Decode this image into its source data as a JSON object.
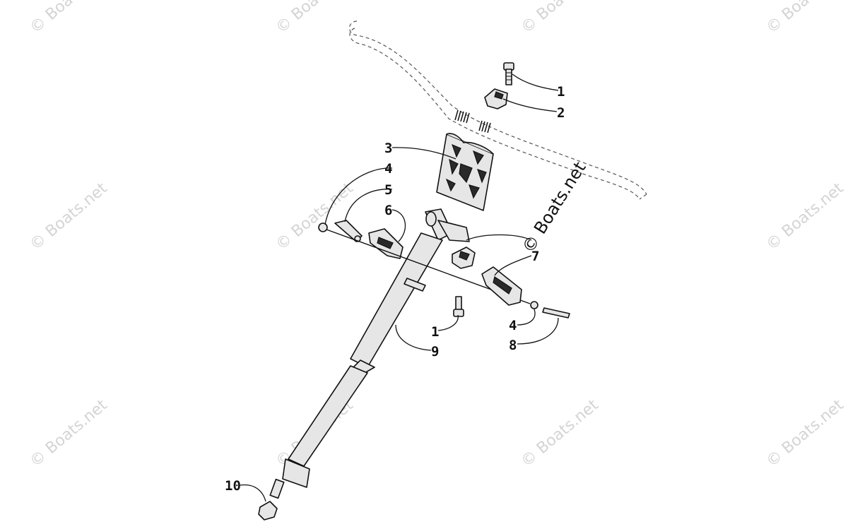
{
  "watermark": {
    "text": "© Boats.net"
  },
  "callouts": [
    {
      "id": "c1a",
      "label": "1"
    },
    {
      "id": "c2",
      "label": "2"
    },
    {
      "id": "c3",
      "label": "3"
    },
    {
      "id": "c4a",
      "label": "4"
    },
    {
      "id": "c5",
      "label": "5"
    },
    {
      "id": "c6",
      "label": "6"
    },
    {
      "id": "c7",
      "label": "7"
    },
    {
      "id": "c1b",
      "label": "1"
    },
    {
      "id": "c9",
      "label": "9"
    },
    {
      "id": "c4b",
      "label": "4"
    },
    {
      "id": "c8",
      "label": "8"
    },
    {
      "id": "c10",
      "label": "10"
    }
  ]
}
